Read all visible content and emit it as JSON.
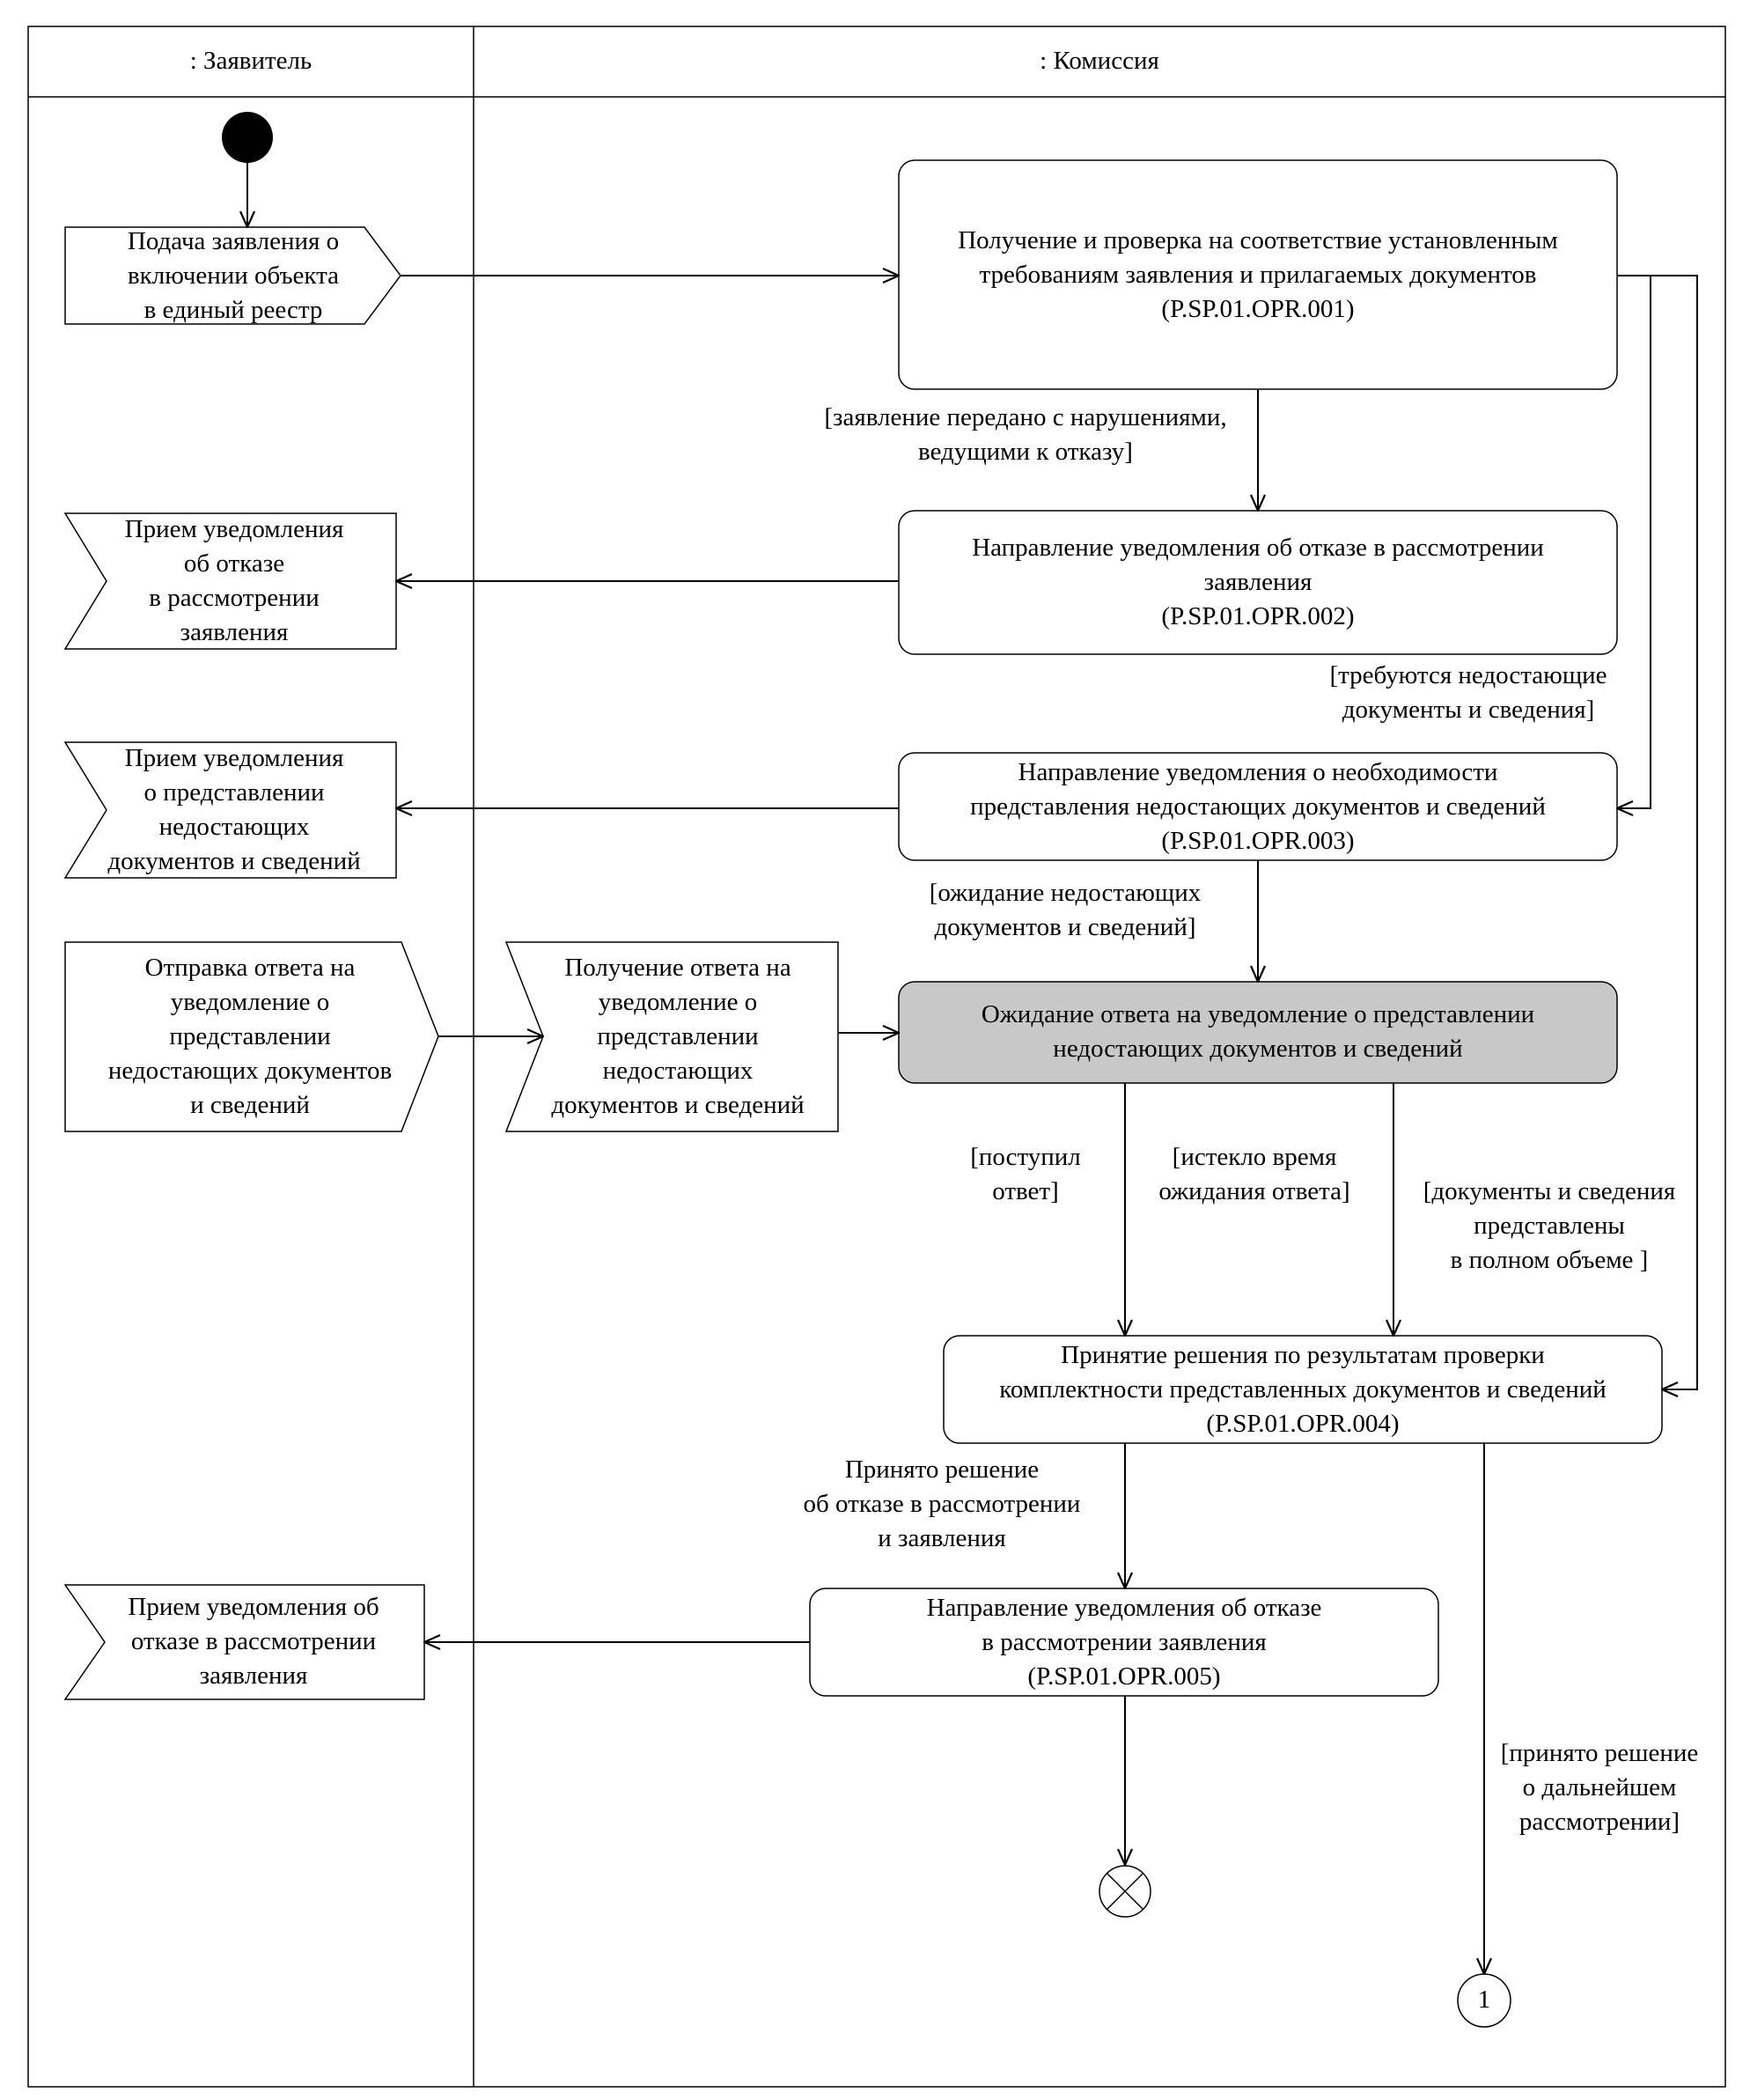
{
  "lanes": {
    "applicant": ": Заявитель",
    "commission": ": Комиссия"
  },
  "signals": {
    "submit": [
      "Подача заявления о",
      "включении объекта",
      "в единый реестр"
    ],
    "reject1_receive": [
      "Прием уведомления",
      "об отказе",
      "в рассмотрении",
      "заявления"
    ],
    "missing_receive": [
      "Прием уведомления",
      "о представлении",
      "недостающих",
      "документов и сведений"
    ],
    "reply_send": [
      "Отправка ответа на",
      "уведомление о",
      "представлении",
      "недостающих документов",
      "и сведений"
    ],
    "reply_receive": [
      "Получение ответа на",
      "уведомление о",
      "представлении",
      "недостающих",
      "документов и сведений"
    ],
    "reject2_receive": [
      "Прием уведомления об",
      "отказе в рассмотрении",
      "заявления"
    ]
  },
  "actions": {
    "opr001": [
      "Получение и проверка на соответствие установленным",
      "требованиям заявления и прилагаемых документов",
      "(P.SP.01.OPR.001)"
    ],
    "opr002": [
      "Направление уведомления об отказе в рассмотрении",
      "заявления",
      "(P.SP.01.OPR.002)"
    ],
    "opr003": [
      "Направление уведомления о необходимости",
      "представления недостающих документов и сведений",
      "(P.SP.01.OPR.003)"
    ],
    "wait": [
      "Ожидание ответа на уведомление о представлении",
      "недостающих документов и сведений"
    ],
    "opr004": [
      "Принятие решения по результатам проверки",
      "комплектности представленных документов и сведений",
      "(P.SP.01.OPR.004)"
    ],
    "opr005": [
      "Направление уведомления об отказе",
      "в рассмотрении заявления",
      "(P.SP.01.OPR.005)"
    ]
  },
  "guards": {
    "violations": [
      "[заявление передано с нарушениями,",
      "ведущими к отказу]"
    ],
    "missing_required": [
      "[требуются недостающие",
      "документы и сведения]"
    ],
    "waiting": [
      "[ожидание недостающих",
      "документов и сведений]"
    ],
    "answer_received": [
      "[поступил",
      "ответ]"
    ],
    "timeout": [
      "[истекло время",
      "ожидания ответа]"
    ],
    "complete": [
      "[документы и сведения",
      "представлены",
      "в полном объеме ]"
    ],
    "rejected_decision": [
      "Принято решение",
      "об отказе в рассмотрении",
      "и заявления"
    ],
    "further_review": [
      "[принято решение",
      "о дальнейшем",
      "рассмотрении]"
    ]
  },
  "connector_label": "1",
  "colors": {
    "line": "#000000",
    "wait_fill": "#c8c8c8",
    "background": "#ffffff"
  }
}
